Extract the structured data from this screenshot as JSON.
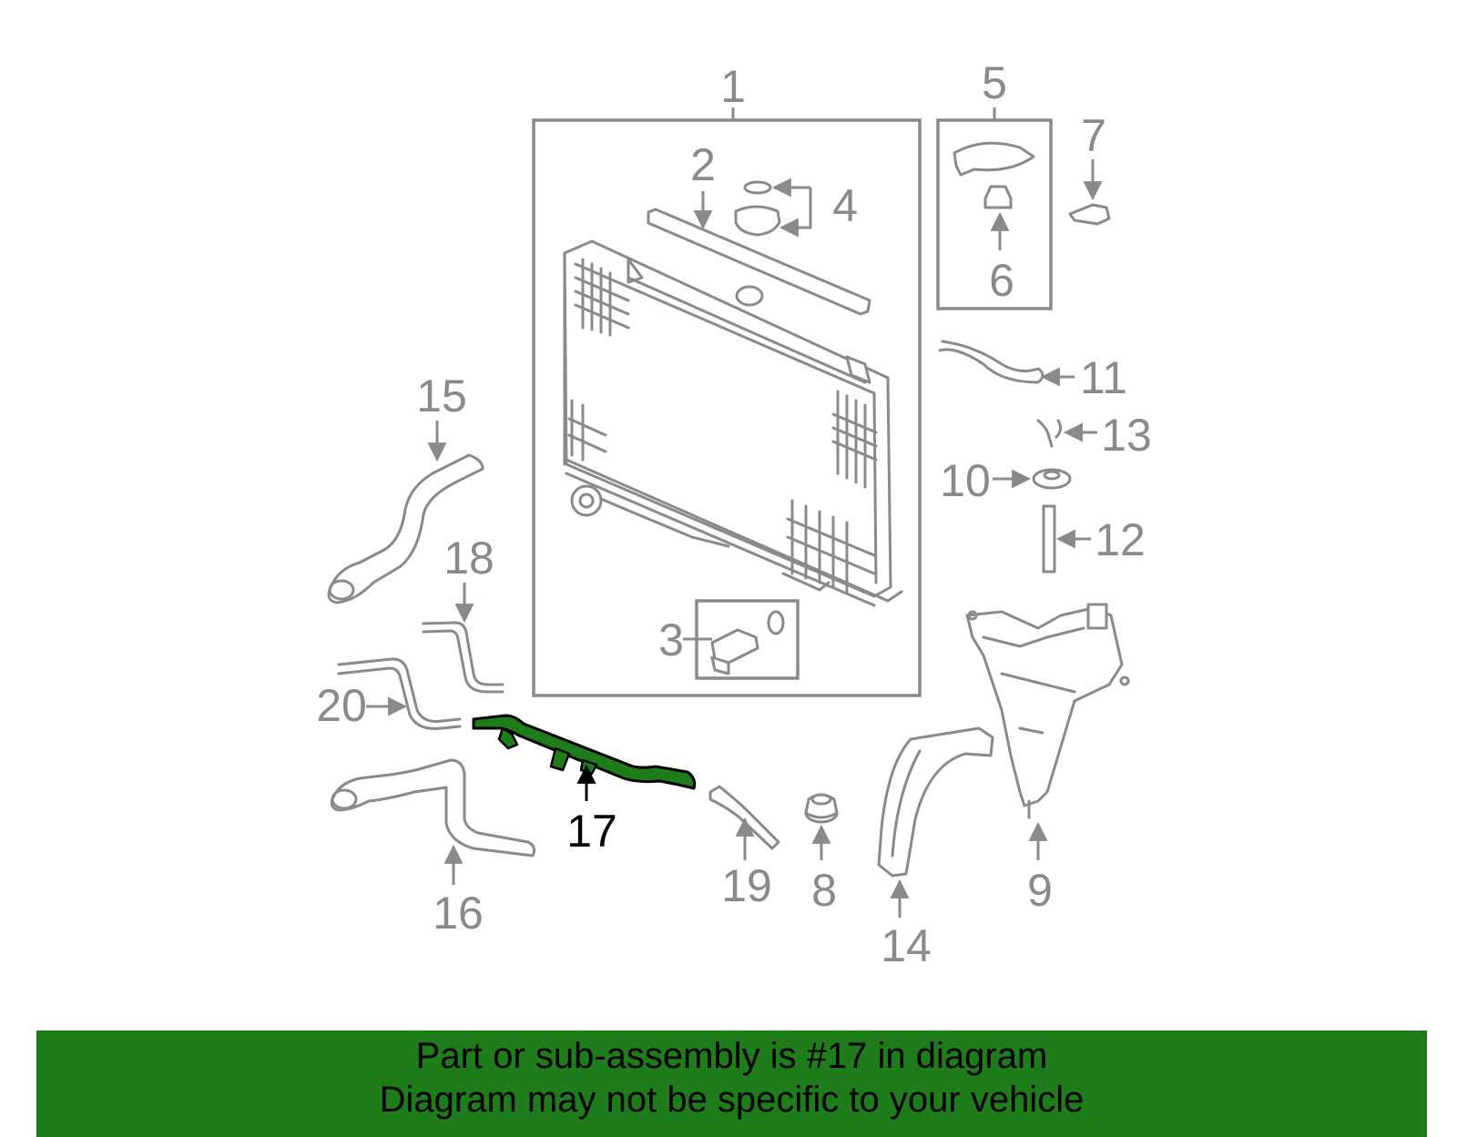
{
  "diagram": {
    "callouts": [
      "1",
      "2",
      "3",
      "4",
      "5",
      "6",
      "7",
      "8",
      "9",
      "10",
      "11",
      "12",
      "13",
      "14",
      "15",
      "16",
      "17",
      "18",
      "19",
      "20"
    ],
    "highlighted_part": "17",
    "colors": {
      "highlight": "#1e7d1a",
      "part_stroke": "#8a8a8a",
      "banner": "#1e7d1a"
    }
  },
  "banner": {
    "line1": "Part or sub-assembly is #17 in diagram",
    "line2": "Diagram may not be specific to your vehicle"
  }
}
